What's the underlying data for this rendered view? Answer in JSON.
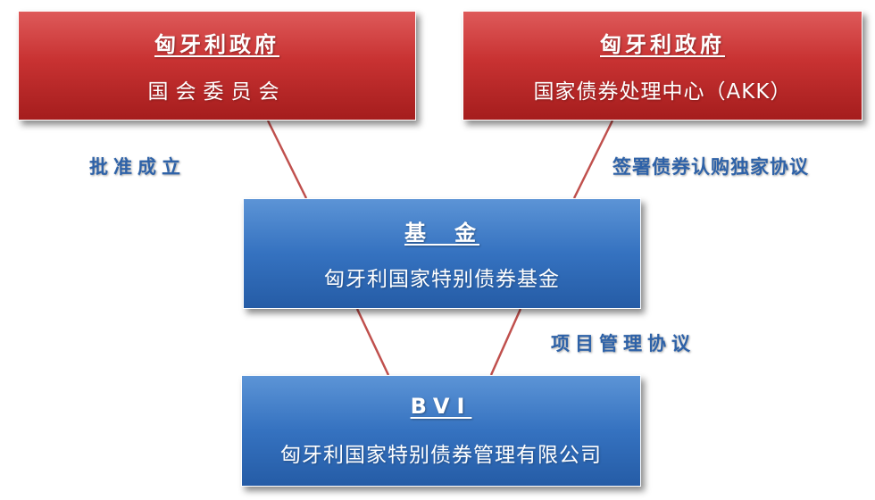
{
  "colors": {
    "government_box": "#c0392b",
    "fund_box": "#3572c0",
    "connector_line": "#c0504d",
    "label_text": "#2e62a8"
  },
  "boxes": {
    "gov_left": {
      "title": "匈牙利政府",
      "body": "国会委员会"
    },
    "gov_right": {
      "title": "匈牙利政府",
      "body": "国家债券处理中心（AKK）"
    },
    "fund": {
      "title": "基　金",
      "body": "匈牙利国家特别债券基金"
    },
    "bvi": {
      "title": "BVI",
      "body": "匈牙利国家特别债券管理有限公司"
    }
  },
  "labels": {
    "approve": "批准成立",
    "sign_agreement": "签署债券认购独家协议",
    "project_management": "项目管理协议"
  }
}
